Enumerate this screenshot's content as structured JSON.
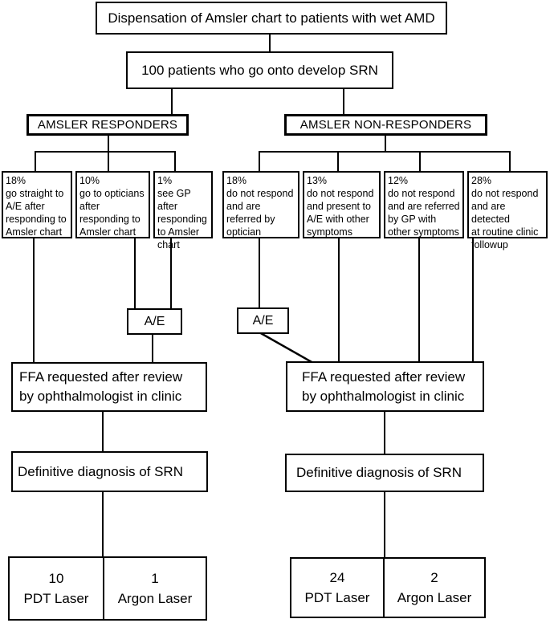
{
  "colors": {
    "background": "#ffffff",
    "line": "#000000",
    "text": "#000000",
    "box_border": "#000000",
    "box_fill": "#ffffff"
  },
  "flowchart": {
    "title": "Dispensation of Amsler chart to patients with wet AMD",
    "cohort": "100 patients who go onto develop SRN",
    "responders": {
      "label": "AMSLER RESPONDERS",
      "outcomes": [
        {
          "pct": "18%",
          "desc": "go straight to\nA/E after\nresponding to\nAmsler chart"
        },
        {
          "pct": "10%",
          "desc": "go to opticians\nafter\nresponding to\nAmsler chart"
        },
        {
          "pct": "1%",
          "desc": "see GP after\nresponding\nto Amsler\nchart"
        }
      ],
      "ae": "A/E",
      "ffa": "FFA requested after review\nby ophthalmologist in clinic",
      "diagnosis": "Definitive diagnosis of SRN",
      "treatments": [
        {
          "count": "10",
          "label": "PDT Laser"
        },
        {
          "count": "1",
          "label": "Argon Laser"
        }
      ]
    },
    "non_responders": {
      "label": "AMSLER NON-RESPONDERS",
      "outcomes": [
        {
          "pct": "18%",
          "desc": "do not respond\nand are\nreferred by\noptician"
        },
        {
          "pct": "13%",
          "desc": "do not respond\nand present to\nA/E with other\nsymptoms"
        },
        {
          "pct": "12%",
          "desc": "do not respond\nand are referred\nby GP with\nother symptoms"
        },
        {
          "pct": "28%",
          "desc": "do not respond\nand are detected\nat routine clinic\nfollowup"
        }
      ],
      "ae": "A/E",
      "ffa": "FFA requested after review\nby ophthalmologist in clinic",
      "diagnosis": "Definitive diagnosis of SRN",
      "treatments": [
        {
          "count": "24",
          "label": "PDT Laser"
        },
        {
          "count": "2",
          "label": "Argon Laser"
        }
      ]
    }
  }
}
